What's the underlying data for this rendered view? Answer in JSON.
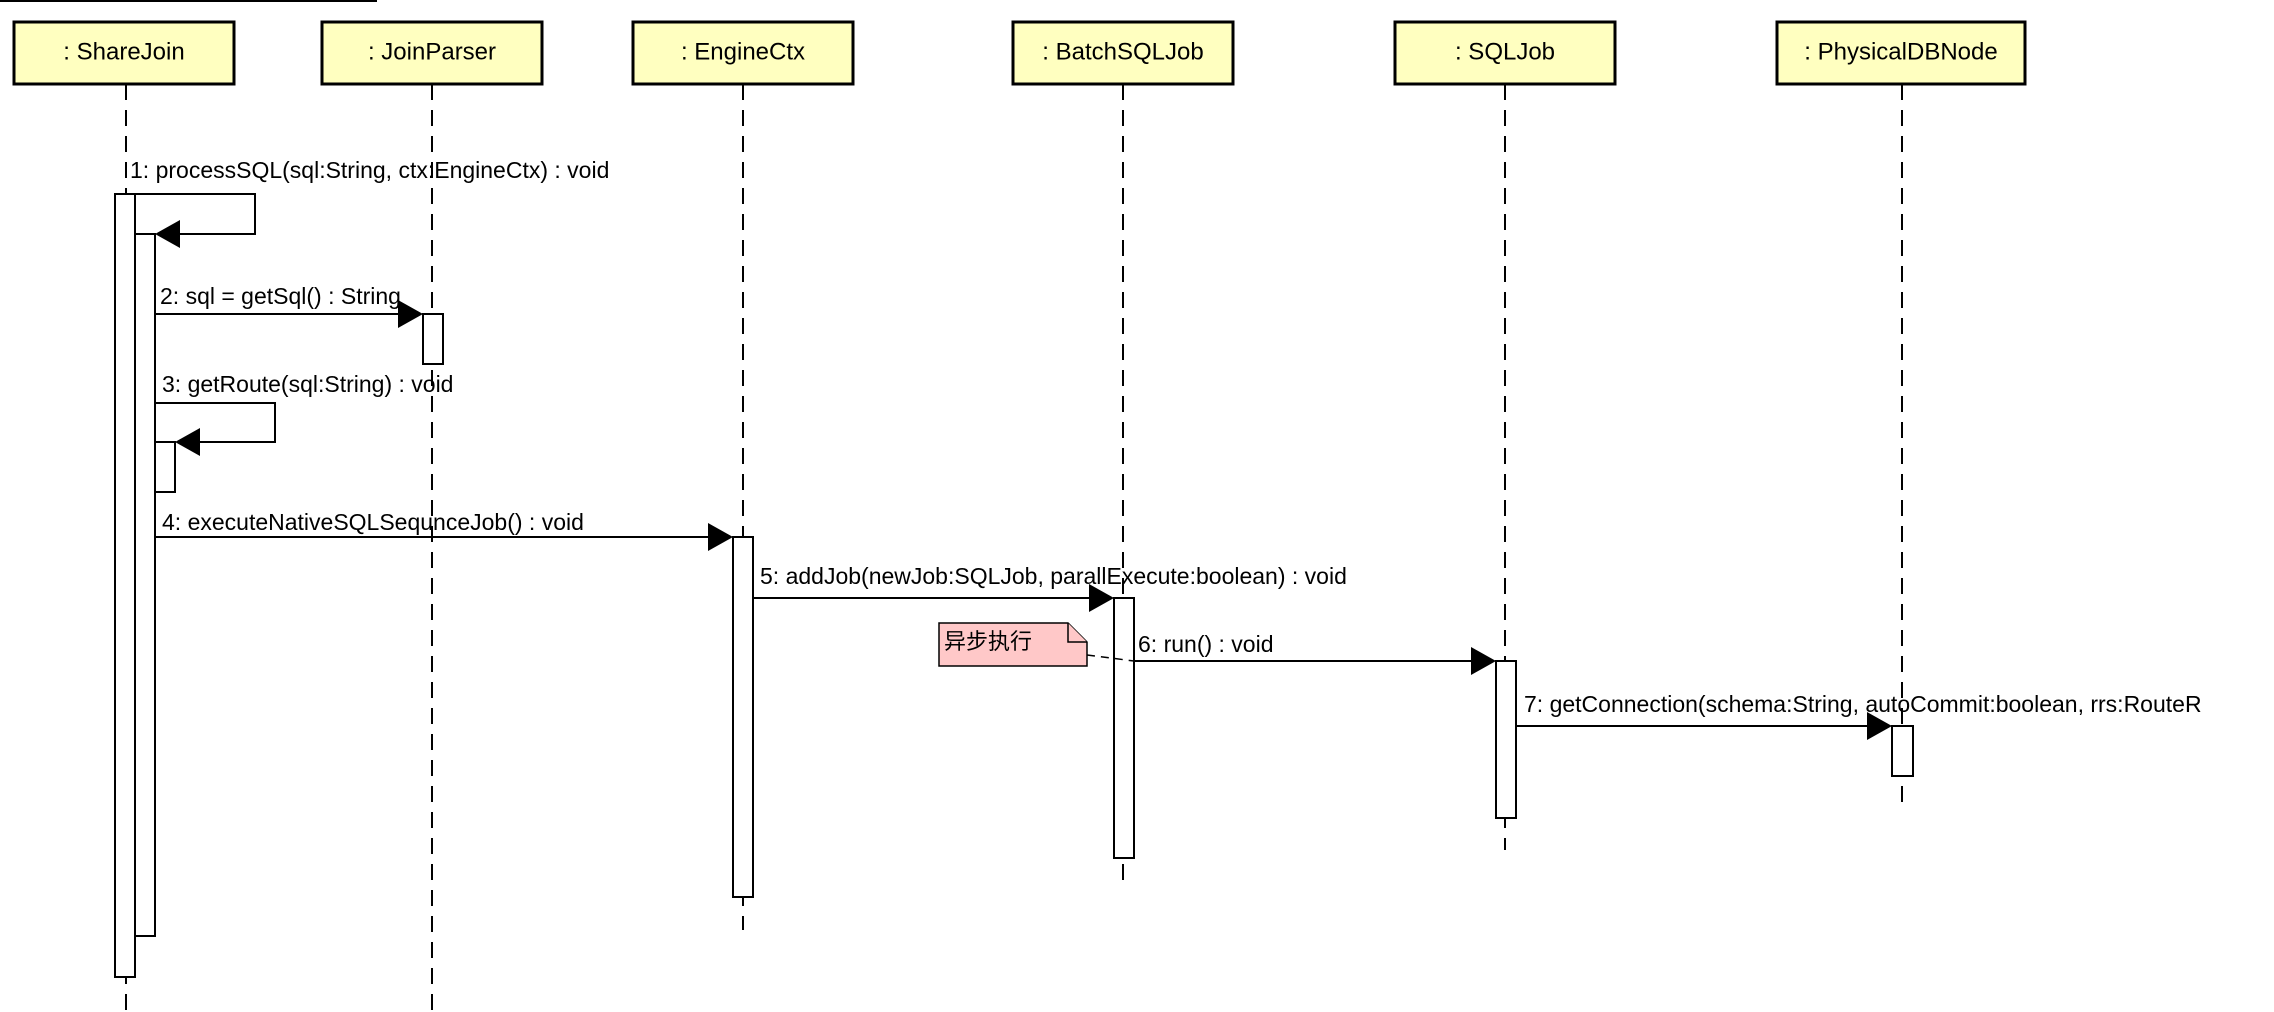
{
  "lifelines": [
    {
      "id": "sharejoin",
      "label": ": ShareJoin"
    },
    {
      "id": "joinparser",
      "label": ": JoinParser"
    },
    {
      "id": "enginectx",
      "label": ": EngineCtx"
    },
    {
      "id": "batchsqljob",
      "label": ": BatchSQLJob"
    },
    {
      "id": "sqljob",
      "label": ": SQLJob"
    },
    {
      "id": "physicaldbnode",
      "label": ": PhysicalDBNode"
    }
  ],
  "messages": [
    {
      "label": "1: processSQL(sql:String, ctx:EngineCtx) : void"
    },
    {
      "label": "2: sql = getSql() : String"
    },
    {
      "label": "3: getRoute(sql:String) : void"
    },
    {
      "label": "4: executeNativeSQLSequnceJob() : void"
    },
    {
      "label": "5: addJob(newJob:SQLJob, parallExecute:boolean) : void"
    },
    {
      "label": "6: run() : void"
    },
    {
      "label": "7: getConnection(schema:String, autoCommit:boolean, rrs:RouteR"
    }
  ],
  "note": {
    "text": "异步执行"
  },
  "colors": {
    "lifeline_fill": "#ffffc0",
    "note_fill": "#ffc8c8",
    "line": "#000000"
  }
}
